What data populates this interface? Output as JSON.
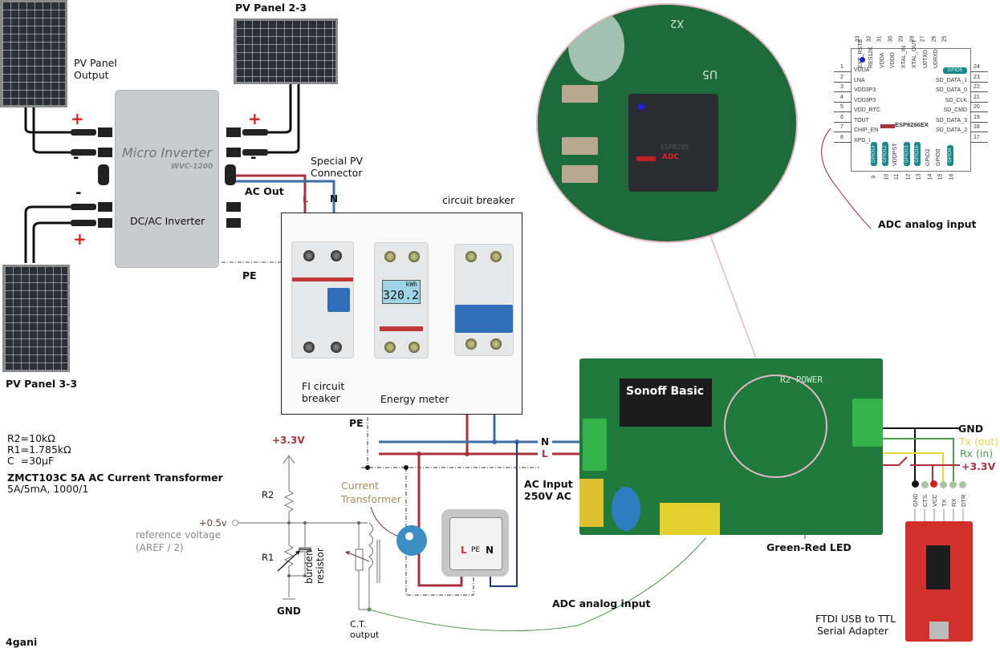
{
  "colors": {
    "live": "#a8323e",
    "neutral": "#3a6ea5",
    "pe": "#333333",
    "tx": "#e8d640",
    "rx": "#4f9a4f",
    "vcc": "#b0303a",
    "ct_label": "#a88a5a",
    "vref_label": "#8a8a8a",
    "gpio_badge": "#18888a"
  },
  "pv": {
    "panel_output_label": "PV Panel Output",
    "panel_2_label": "PV Panel 2-3",
    "panel_3_label": "PV Panel 3-3",
    "plus": "+",
    "minus": "-"
  },
  "inverter": {
    "title": "Micro Inverter",
    "model": "WVC-1200",
    "subtitle": "DC/AC Inverter",
    "ac_out_label": "AC Out",
    "special_connector_label": "Special PV Connector",
    "L": "L",
    "N": "N",
    "pe_label": "PE"
  },
  "distribution": {
    "circuit_breaker_label": "circuit breaker",
    "fi_breaker_label": "FI circuit breaker",
    "energy_meter_label": "Energy meter",
    "meter_unit": "kWh",
    "meter_reading": "320.2",
    "pe_label": "PE"
  },
  "bus": {
    "N": "N",
    "L": "L",
    "ac_input_label": "AC Input 250V AC"
  },
  "outlet": {
    "L": "L",
    "PE": "PE",
    "N": "N"
  },
  "circuit": {
    "specs": [
      "R2=10kΩ",
      "R1=1.785kΩ",
      "C  =30µF"
    ],
    "ct_title": "ZMCT103C 5A AC Current Transformer",
    "ct_spec": "5A/5mA, 1000/1",
    "vcc": "+3.3V",
    "r2": "R2",
    "r1": "R1",
    "gnd": "GND",
    "vref_value": "+0.5v",
    "vref_label": "reference voltage",
    "vref_sub": "(AREF / 2)",
    "burden_label": "burden resistor",
    "ct_output_label": "C.T. output",
    "current_transformer_label": "Current Transformer"
  },
  "sonoff": {
    "label": "Sonoff Basic",
    "board_text": "R2 POWER",
    "led_label": "Green-Red LED",
    "adc_label": "ADC analog input"
  },
  "zoom_chip": {
    "adc_arrow_label": "ADC",
    "u5": "U5",
    "x2": "X2",
    "chip_text": "ESP8285"
  },
  "esp_pinout": {
    "chip_name": "ESP8266EX",
    "adc_label": "ADC analog input",
    "left_pins": [
      {
        "num": "1",
        "name": "VDDA"
      },
      {
        "num": "2",
        "name": "LNA"
      },
      {
        "num": "3",
        "name": "VDD3P3"
      },
      {
        "num": "4",
        "name": "VDD3P3"
      },
      {
        "num": "5",
        "name": "VDD_RTC"
      },
      {
        "num": "6",
        "name": "TOUT"
      },
      {
        "num": "7",
        "name": "CHIP_EN"
      },
      {
        "num": "8",
        "name": "XPD_I"
      }
    ],
    "right_pins": [
      {
        "num": "24",
        "name": "GPIO5"
      },
      {
        "num": "23",
        "name": "SD_DATA_1"
      },
      {
        "num": "22",
        "name": "SD_DATA_0"
      },
      {
        "num": "21",
        "name": "SD_CLK"
      },
      {
        "num": "20",
        "name": "SD_CMD"
      },
      {
        "num": "19",
        "name": "SD_DATA_3"
      },
      {
        "num": "18",
        "name": "SD_DATA_2"
      },
      {
        "num": "17",
        "name": ""
      }
    ],
    "top_pins": [
      {
        "num": "33",
        "name": ""
      },
      {
        "num": "32",
        "name": "EXT_RSTB"
      },
      {
        "num": "31",
        "name": "RES12K"
      },
      {
        "num": "30",
        "name": "VDDA"
      },
      {
        "num": "29",
        "name": "VDDD"
      },
      {
        "num": "28",
        "name": "XTAL_IN"
      },
      {
        "num": "27",
        "name": "XTAL_OUT"
      },
      {
        "num": "26",
        "name": "U0TXD"
      },
      {
        "num": "25",
        "name": "U0RXD"
      }
    ],
    "bottom_pins": [
      {
        "num": "9",
        "name": "GPIO14"
      },
      {
        "num": "10",
        "name": "GPIO12"
      },
      {
        "num": "11",
        "name": "VDDPST"
      },
      {
        "num": "12",
        "name": "GPIO13"
      },
      {
        "num": "13",
        "name": "GPIO15"
      },
      {
        "num": "14",
        "name": "GPIO2"
      },
      {
        "num": "15",
        "name": "GPIO0"
      },
      {
        "num": "16",
        "name": "GPIO4"
      }
    ]
  },
  "ftdi": {
    "gnd_label": "GND",
    "tx_label": "Tx (out)",
    "rx_label": "Rx (in)",
    "vcc_label": "+3.3V",
    "pins": [
      "GND",
      "CTS",
      "VCC",
      "TX",
      "RX",
      "DTR"
    ],
    "title_line1": "FTDI USB to TTL",
    "title_line2": "Serial Adapter"
  },
  "author": "4gani"
}
